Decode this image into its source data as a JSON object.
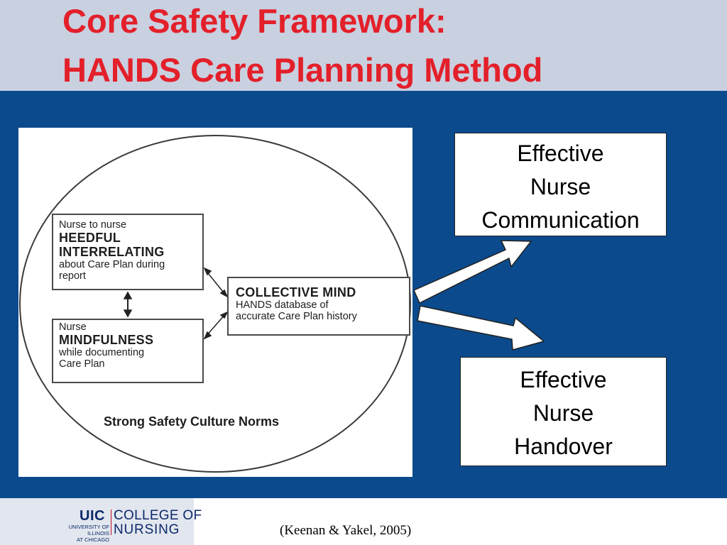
{
  "slide": {
    "title_line1": "Core Safety Framework:",
    "title_line2": "HANDS Care Planning Method",
    "citation": "(Keenan & Yakel, 2005)"
  },
  "diagram": {
    "heedful": {
      "line1": "Nurse to nurse",
      "bold1": "HEEDFUL",
      "bold2": "INTERRELATING",
      "line2": "about Care Plan during",
      "line3": "report"
    },
    "mindfulness": {
      "line1": "Nurse",
      "bold1": "MINDFULNESS",
      "line2": "while documenting",
      "line3": "Care Plan"
    },
    "collective": {
      "bold1": "COLLECTIVE MIND",
      "line1": "HANDS database of",
      "line2": "accurate Care Plan history"
    },
    "norms_label": "Strong Safety Culture Norms"
  },
  "outcomes": {
    "communication": [
      "Effective",
      "Nurse",
      "Communication"
    ],
    "handover": [
      "Effective",
      "Nurse",
      "Handover"
    ]
  },
  "logo": {
    "uic": "UIC",
    "college": "COLLEGE OF",
    "nursing": "NURSING",
    "univ_line1": "UNIVERSITY OF ILLINOIS",
    "univ_line2": "AT CHICAGO"
  },
  "colors": {
    "title_red": "#e3202a",
    "background_blue": "#0b4a8c",
    "title_band": "#c9d0e0",
    "logo_navy": "#0c2a6b"
  }
}
